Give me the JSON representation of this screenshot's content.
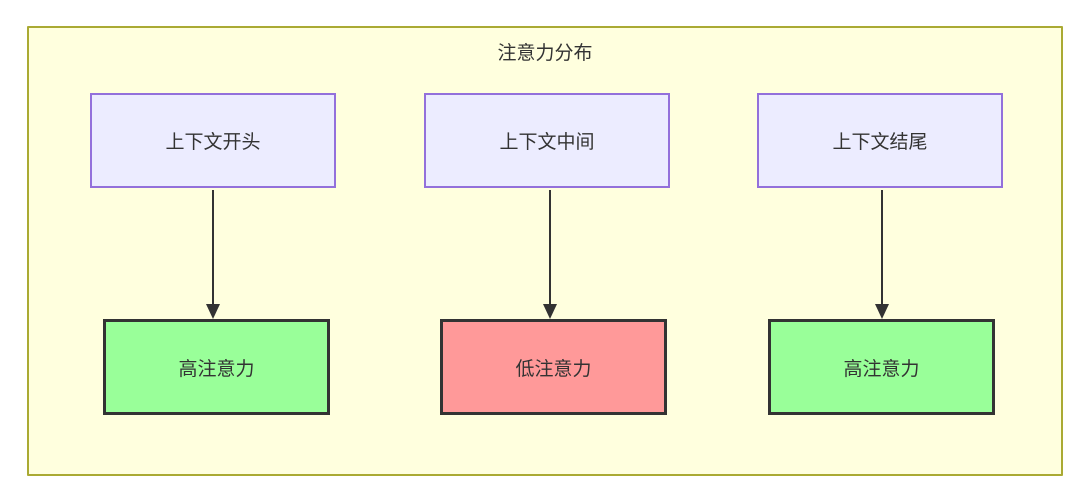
{
  "diagram": {
    "title": "注意力分布",
    "top_nodes": [
      {
        "id": "context-start",
        "label": "上下文开头"
      },
      {
        "id": "context-middle",
        "label": "上下文中间"
      },
      {
        "id": "context-end",
        "label": "上下文结尾"
      }
    ],
    "bottom_nodes": [
      {
        "id": "attention-start",
        "label": "高注意力",
        "level": "high"
      },
      {
        "id": "attention-middle",
        "label": "低注意力",
        "level": "low"
      },
      {
        "id": "attention-end",
        "label": "高注意力",
        "level": "high"
      }
    ],
    "edges": [
      {
        "from": "context-start",
        "to": "attention-start"
      },
      {
        "from": "context-middle",
        "to": "attention-middle"
      },
      {
        "from": "context-end",
        "to": "attention-end"
      }
    ],
    "colors": {
      "container_fill": "#ffffde",
      "container_border": "#aaaa33",
      "context_node_fill": "#ececff",
      "context_node_border": "#9370db",
      "high_attention_fill": "#99ff99",
      "low_attention_fill": "#ff9999",
      "result_node_border": "#333333",
      "arrow": "#333333",
      "text": "#333333"
    }
  }
}
